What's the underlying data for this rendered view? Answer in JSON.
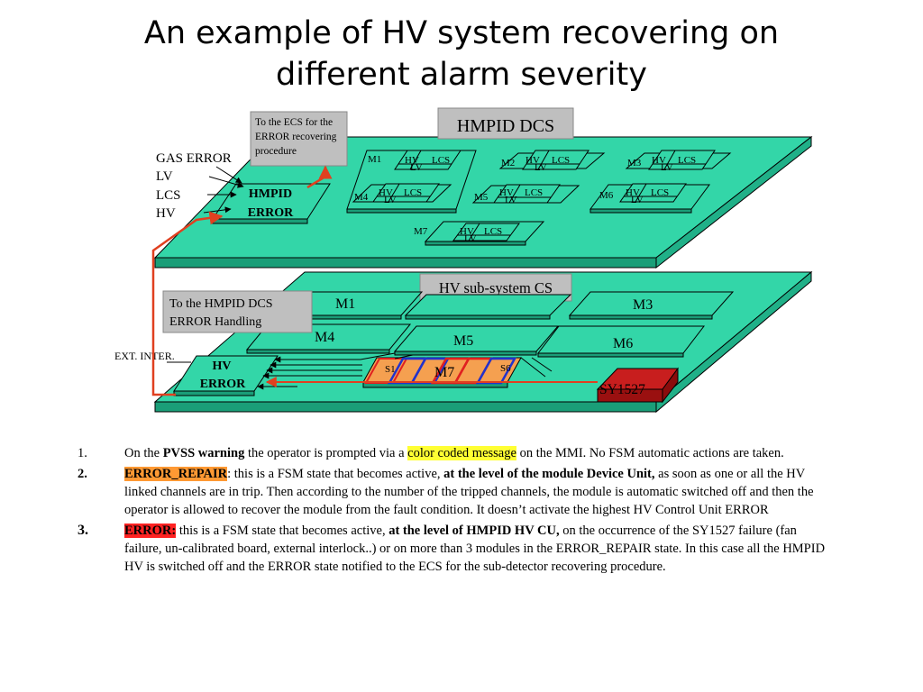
{
  "title": {
    "line1": "An example of HV system recovering on",
    "line2": "different alarm severity"
  },
  "colors": {
    "board": "#33d6a8",
    "box_grey": "#bfbfbf",
    "arrow_red": "#e04020",
    "sy1527": "#c81e1e",
    "hv_text": "#cc3300",
    "lcs_text": "#1133cc",
    "strip_orange": "#f5a050",
    "strip_blue": "#2233cc"
  },
  "top_board": {
    "ecs_note": {
      "line1": "To the ECS for the",
      "line2": "ERROR recovering",
      "line3": "procedure"
    },
    "label": "HMPID DCS",
    "inputs": [
      "GAS ERROR",
      "LV",
      "LCS",
      "HV"
    ],
    "error_box": {
      "line1": "HMPID",
      "line2": "ERROR"
    },
    "modules": [
      {
        "name": "M1",
        "hv": "HV",
        "lv": "LV",
        "lcs": "LCS"
      },
      {
        "name": "M2",
        "hv": "HV",
        "lv": "LV",
        "lcs": "LCS"
      },
      {
        "name": "M3",
        "hv": "HV",
        "lv": "LV",
        "lcs": "LCS"
      },
      {
        "name": "M4",
        "hv": "HV",
        "lv": "LV",
        "lcs": "LCS"
      },
      {
        "name": "M5",
        "hv": "HV",
        "lv": "LV",
        "lcs": "LCS"
      },
      {
        "name": "M6",
        "hv": "HV",
        "lv": "LV",
        "lcs": "LCS"
      },
      {
        "name": "M7",
        "hv": "HV",
        "lv": "LV",
        "lcs": "LCS"
      }
    ]
  },
  "bottom_board": {
    "label": "HV sub-system CS",
    "handling_note": {
      "line1": "To the  HMPID DCS",
      "line2": "ERROR Handling"
    },
    "ext_inter": "EXT. INTER.",
    "error_box": {
      "line1": "HV",
      "line2": "ERROR"
    },
    "modules": [
      "M1",
      "M3",
      "M4",
      "M5",
      "M6",
      "M7"
    ],
    "s1": "S1",
    "s6": "S6",
    "sy1527": "SY1527"
  },
  "notes": [
    {
      "num": "1.",
      "a": "On the ",
      "b": "PVSS warning",
      "c": " the operator is prompted via a ",
      "d": "color coded message",
      "e": " on the MMI. No FSM automatic actions are taken."
    },
    {
      "num": "2.",
      "a": "ERROR_REPAIR",
      "b": ": this is a FSM state that  becomes active, ",
      "c": "at the level of the module Device Unit,",
      "d": " as soon as one or all the HV linked channels are in trip. Then according to the number of the tripped channels, the module is automatic switched off and then the operator is allowed to recover the module from the fault condition. It doesn’t activate the highest HV Control Unit ERROR"
    },
    {
      "num": "3.",
      "a": "ERROR:",
      "b": " this is a FSM state that  becomes active, ",
      "c": "at the level of HMPID HV CU,",
      "d": " on the occurrence of the SY1527 failure (fan failure, un-calibrated board, external interlock..) or on more  than 3 modules in the ERROR_REPAIR state. In this case all the HMPID HV is switched off and the ERROR state notified to the ECS for the sub-detector recovering procedure."
    }
  ]
}
